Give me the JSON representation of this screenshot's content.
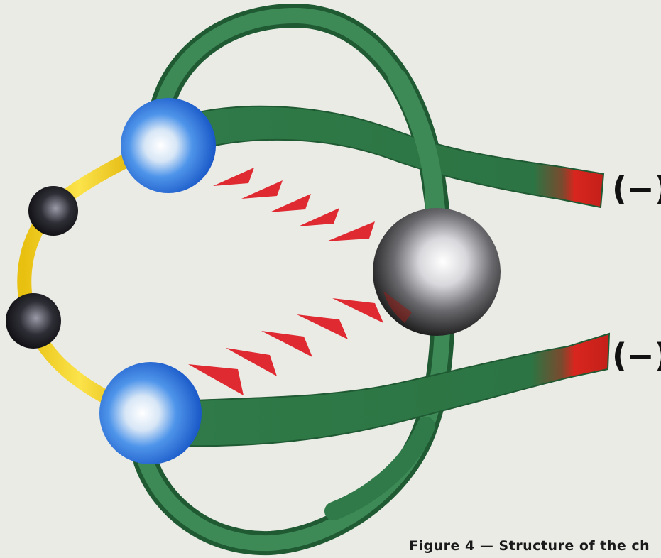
{
  "labels": {
    "charge_top": "(−)",
    "charge_bottom": "(−)"
  },
  "caption": {
    "text": "Figure 4 — Structure of the ch"
  },
  "colors": {
    "background": "#ebebe6",
    "ribbon": "#2e7a45",
    "ribbon_end": "#d8261e",
    "linker": "#f4d21c",
    "linker_bead": "#1e1e22",
    "binding_sphere": "#1f6fe0",
    "central_ion": "#333333",
    "interaction_arrow": "#e02a32"
  },
  "diagram": {
    "parts": [
      "green-ribbon",
      "yellow-linker",
      "linker-bead",
      "blue-binding-sphere",
      "central-metal-ion",
      "red-interaction-arrow",
      "red-ribbon-terminus"
    ]
  }
}
